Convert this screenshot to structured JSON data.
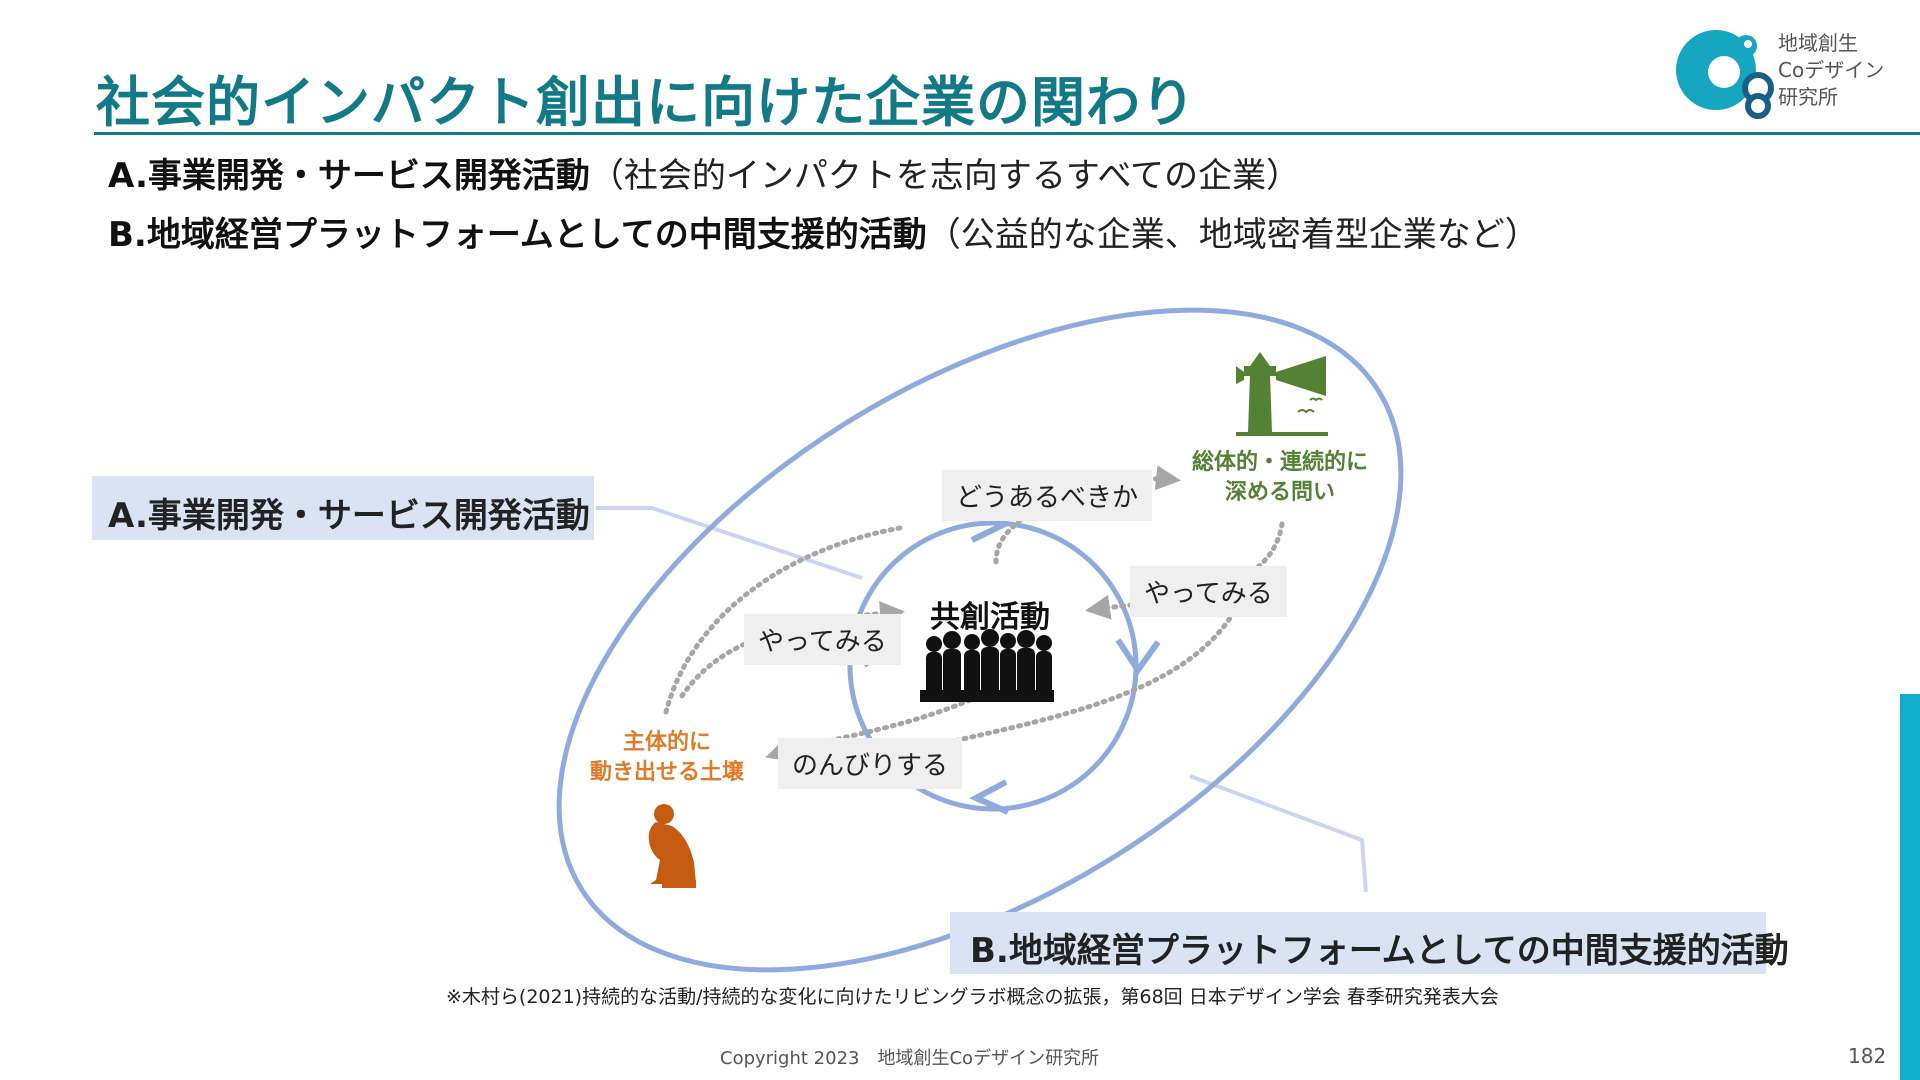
{
  "slide": {
    "title": "社会的インパクト創出に向けた企業の関わり",
    "page_number": "182",
    "copyright": "Copyright 2023　地域創生Coデザイン研究所",
    "footnote": "※木村ら(2021)持続的な活動/持続的な変化に向けたリビングラボ概念の拡張，第68回 日本デザイン学会 春季研究発表大会"
  },
  "logo": {
    "line1": "地域創生",
    "line2": "Coデザイン",
    "line3": "研究所"
  },
  "intro": {
    "a_bold": "A.事業開発・サービス開発活動",
    "a_note": "（社会的インパクトを志向するすべての企業）",
    "b_bold": "B.地域経営プラットフォームとしての中間支援的活動",
    "b_note": "（公益的な企業、地域密着型企業など）"
  },
  "diagram": {
    "label_a": "A.事業開発・サービス開発活動",
    "label_b": "B.地域経営プラットフォームとしての中間支援的活動",
    "center": "共創活動",
    "tag_doaru": "どうあるべきか",
    "tag_yatte_right": "やってみる",
    "tag_yatte_left": "やってみる",
    "tag_nonbiri": "のんびりする",
    "green_line1": "総体的・連続的に",
    "green_line2": "深める問い",
    "orange_line1": "主体的に",
    "orange_line2": "動き出せる土壌"
  },
  "colors": {
    "title": "#127a86",
    "ellipse": "#8faadc",
    "label_bg": "#dae3f3",
    "green": "#548235",
    "orange": "#c55a11",
    "accent_bar": "#12aecb"
  },
  "icons": {
    "logo": "logo-mark-icon",
    "lighthouse": "lighthouse-icon",
    "crowd": "crowd-icon",
    "thinker": "thinker-icon"
  }
}
